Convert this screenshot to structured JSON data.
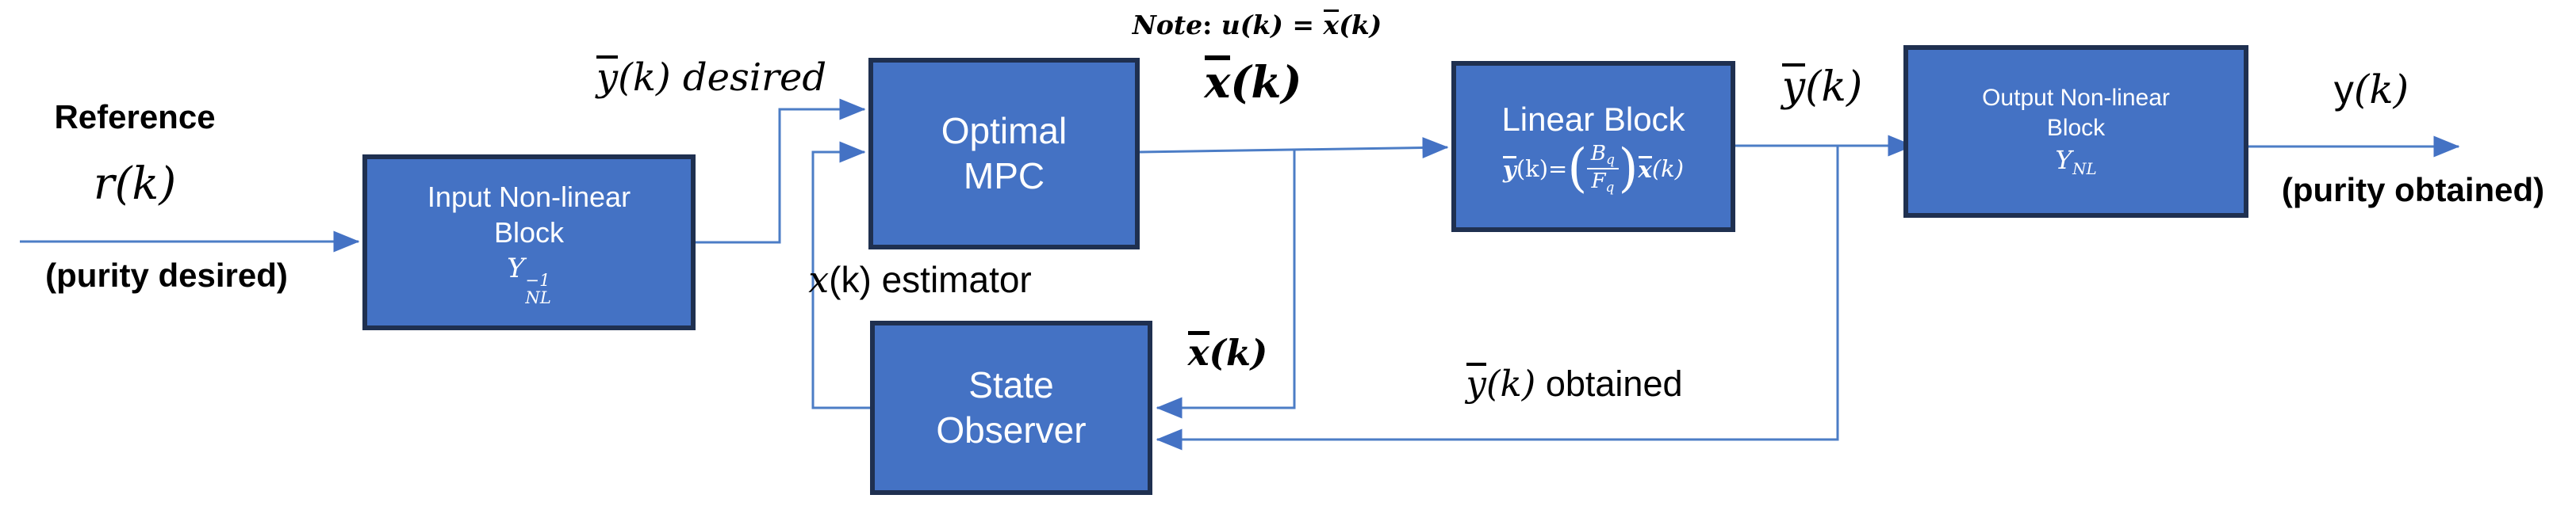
{
  "diagram": {
    "reference_label": "Reference",
    "reference_signal": {
      "base": "r",
      "arg": "(k)"
    },
    "reference_caption": "(purity desired)",
    "input_block": {
      "line1": "Input Non-linear",
      "line2": "Block",
      "sym": {
        "base": "Y",
        "sup": "−1",
        "sub": "NL"
      }
    },
    "ybar_desired": {
      "base": "y",
      "arg": "(k)",
      "rest": " desired"
    },
    "mpc_block": {
      "line1": "Optimal",
      "line2": "MPC"
    },
    "note": {
      "word": "Note",
      "colon": ": ",
      "u": "u",
      "u_arg": "(k)",
      "eq": " = ",
      "x": "x",
      "x_arg": "(k)"
    },
    "xbar_mpc": {
      "base": "x",
      "arg": "(k)"
    },
    "linear_block": {
      "title": "Linear Block",
      "eq": {
        "y": "y",
        "y_arg": "(k)",
        "equals": " = ",
        "open": "(",
        "num_base": "B",
        "num_sub": "q",
        "den_base": "F",
        "den_sub": "q",
        "close": ")",
        "x": "x",
        "x_arg": "(k)"
      }
    },
    "ybar_mid": {
      "base": "y",
      "arg": "(k)"
    },
    "output_block": {
      "line1": "Output Non-linear",
      "line2": "Block",
      "sym": {
        "base": "Y",
        "sub": "NL"
      }
    },
    "y_out": {
      "base": "y",
      "arg": "(k)"
    },
    "output_caption": "(purity obtained)",
    "x_estimator": {
      "base": "x",
      "rest": "(k) estimator"
    },
    "observer_block": {
      "line1": "State",
      "line2": "Observer"
    },
    "xbar_observer": {
      "base": "x",
      "arg": "(k)"
    },
    "ybar_obtained": {
      "base": "y",
      "arg": "(k)",
      "rest": " obtained"
    }
  },
  "colors": {
    "block_fill": "#4472C4",
    "block_border": "#1F3050",
    "wire": "#4C7DC6",
    "arrowhead": "#4472C4",
    "block_text": "#FFFFFF",
    "label_text": "#000000"
  }
}
